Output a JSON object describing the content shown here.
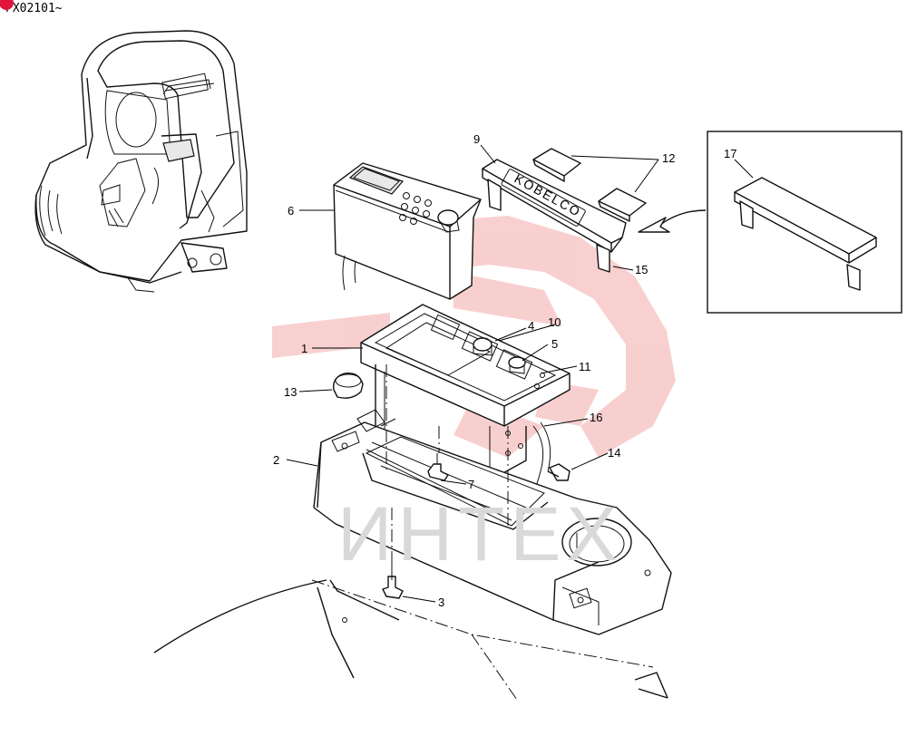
{
  "header": {
    "serial_range": "PX02101~",
    "badge_color": "#e0143c"
  },
  "watermark": {
    "text": "ИНТЕХ",
    "logo_color": "#f5b5b5"
  },
  "decal_text": "KOBELCO",
  "callouts": [
    {
      "id": "1",
      "label": "1"
    },
    {
      "id": "2",
      "label": "2"
    },
    {
      "id": "3",
      "label": "3"
    },
    {
      "id": "4",
      "label": "4"
    },
    {
      "id": "5",
      "label": "5"
    },
    {
      "id": "6",
      "label": "6"
    },
    {
      "id": "7",
      "label": "7"
    },
    {
      "id": "9",
      "label": "9"
    },
    {
      "id": "10",
      "label": "10"
    },
    {
      "id": "11",
      "label": "11"
    },
    {
      "id": "12",
      "label": "12"
    },
    {
      "id": "13",
      "label": "13"
    },
    {
      "id": "14",
      "label": "14"
    },
    {
      "id": "15",
      "label": "15"
    },
    {
      "id": "16",
      "label": "16"
    },
    {
      "id": "17",
      "label": "17"
    }
  ]
}
